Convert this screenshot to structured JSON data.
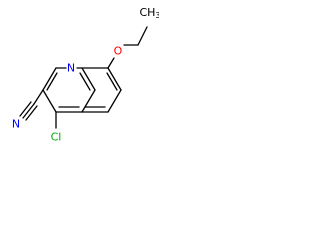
{
  "molecule": {
    "atoms": {
      "ring_nitrogen": "N",
      "ether_oxygen": "O",
      "ethyl_carbon": "CH",
      "ethyl_subscript": "3",
      "nitrile_nitrogen": "N",
      "chlorine": "Cl"
    },
    "colors": {
      "bond": "#000000",
      "nitrogen": "#0000FF",
      "oxygen": "#FF0000",
      "chlorine": "#00AA00",
      "carbon": "#000000"
    }
  }
}
